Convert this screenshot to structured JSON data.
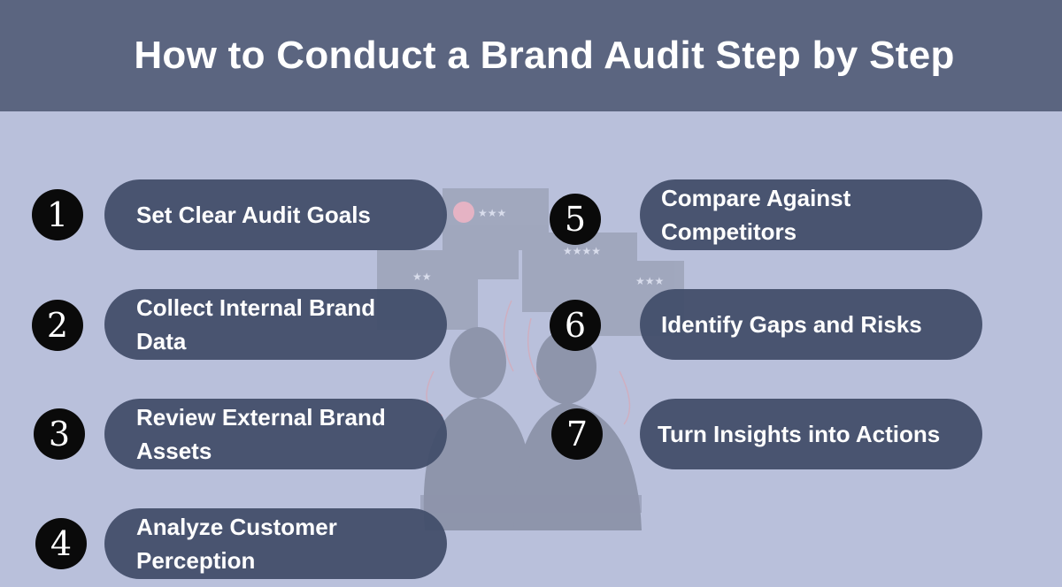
{
  "title": "How to Conduct a Brand Audit Step by Step",
  "steps": [
    {
      "number": "1",
      "label": "Set Clear Audit Goals"
    },
    {
      "number": "2",
      "label": "Collect Internal Brand Data"
    },
    {
      "number": "3",
      "label": "Review External Brand Assets"
    },
    {
      "number": "4",
      "label": "Analyze Customer Perception"
    },
    {
      "number": "5",
      "label": "Compare Against Competitors"
    },
    {
      "number": "6",
      "label": "Identify Gaps and Risks"
    },
    {
      "number": "7",
      "label": "Turn Insights into Actions"
    }
  ],
  "colors": {
    "background": "#b9c0db",
    "header": "#5b6580",
    "pill": "#424e6a",
    "badge": "#0a0a0a"
  }
}
